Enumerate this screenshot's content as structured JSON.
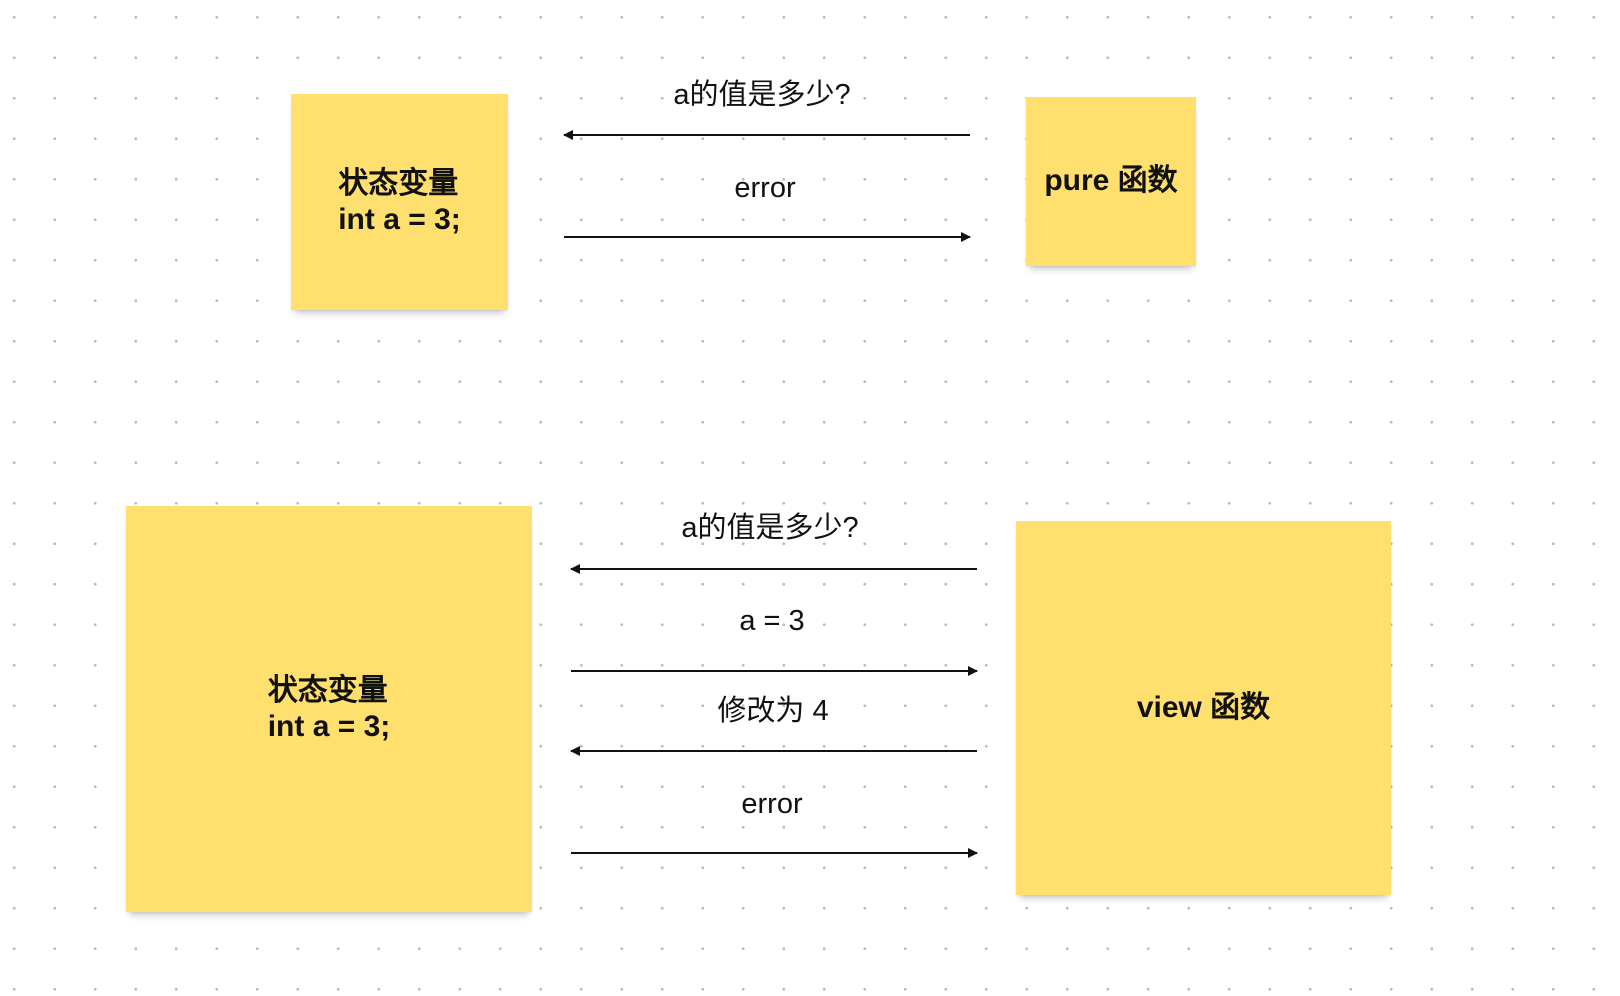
{
  "diagrams": [
    {
      "state_note": {
        "title": "状态变量",
        "code": "int a = 3;"
      },
      "function_note": {
        "label": "pure 函数"
      },
      "messages": [
        {
          "label": "a的值是多少?",
          "direction": "to-state"
        },
        {
          "label": "error",
          "direction": "to-function"
        }
      ]
    },
    {
      "state_note": {
        "title": "状态变量",
        "code": "int a = 3;"
      },
      "function_note": {
        "label": "view 函数"
      },
      "messages": [
        {
          "label": "a的值是多少?",
          "direction": "to-state"
        },
        {
          "label": "a = 3",
          "direction": "to-function"
        },
        {
          "label": "修改为 4",
          "direction": "to-state"
        },
        {
          "label": "error",
          "direction": "to-function"
        }
      ]
    }
  ],
  "colors": {
    "note_fill": "#ffdf6e",
    "arrow": "#111111",
    "grid_dot": "#bcbcbc"
  }
}
